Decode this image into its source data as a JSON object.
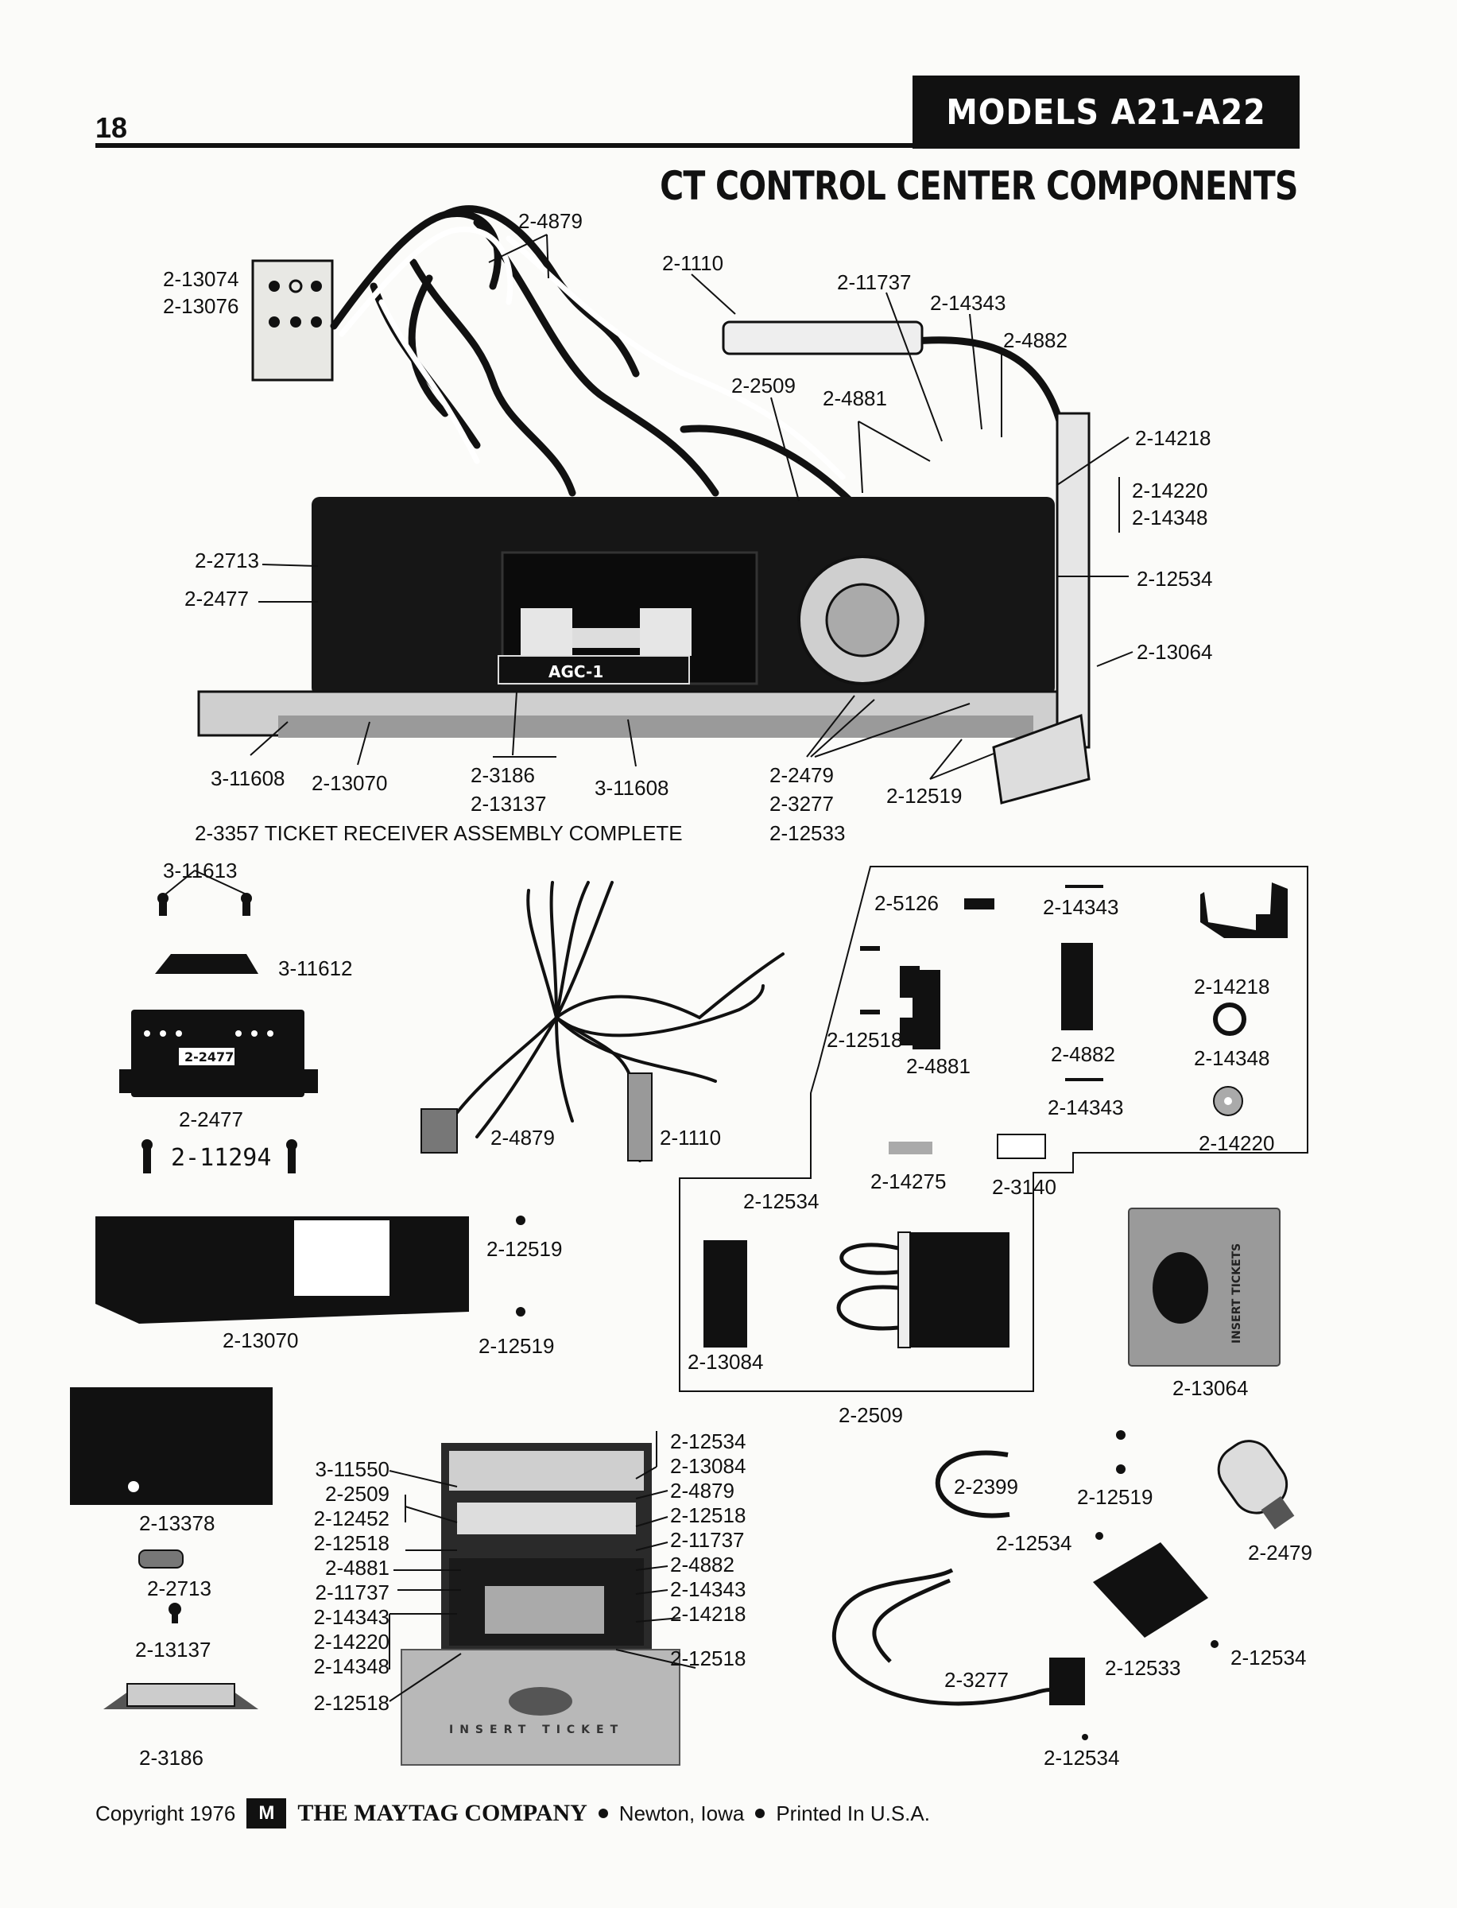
{
  "header": {
    "page_number": "18",
    "models": "MODELS  A21-A22",
    "title": "CT CONTROL CENTER COMPONENTS"
  },
  "assembly": {
    "caption": "2-3357 TICKET RECEIVER ASSEMBLY COMPLETE",
    "labels": {
      "l_4879": "2-4879",
      "l_13074": "2-13074",
      "l_13076": "2-13076",
      "l_1110": "2-1110",
      "l_11737": "2-11737",
      "l_14343": "2-14343",
      "l_4882": "2-4882",
      "l_2509": "2-2509",
      "l_4881": "2-4881",
      "l_14218": "2-14218",
      "l_14220": "2-14220",
      "l_14348": "2-14348",
      "l_2713": "2-2713",
      "l_2477": "2-2477",
      "l_12534": "2-12534",
      "l_13064": "2-13064",
      "l_3_11608a": "3-11608",
      "l_13070": "2-13070",
      "l_3186": "2-3186",
      "l_13137": "2-13137",
      "l_3_11608b": "3-11608",
      "l_2479": "2-2479",
      "l_3277": "2-3277",
      "l_12533": "2-12533",
      "l_12519": "2-12519",
      "agc_label": "AGC-1"
    }
  },
  "exploded": {
    "left": {
      "l_3_11613": "3-11613",
      "l_3_11612": "3-11612",
      "l_2477": "2-2477",
      "part_2477_mark": "2-2477",
      "l_11294": "2-11294",
      "l_13070": "2-13070",
      "l_12519a": "2-12519",
      "l_12519b": "2-12519",
      "l_13378": "2-13378",
      "l_2713": "2-2713",
      "l_13137": "2-13137",
      "l_3186": "2-3186"
    },
    "harness": {
      "l_4879": "2-4879",
      "l_1110": "2-1110"
    },
    "board_panel": {
      "l_5126": "2-5126",
      "l_14343a": "2-14343",
      "l_12518": "2-12518",
      "l_4881": "2-4881",
      "l_4882": "2-4882",
      "l_14343b": "2-14343",
      "l_14218": "2-14218",
      "l_14348": "2-14348",
      "l_14220": "2-14220",
      "l_14275": "2-14275",
      "l_3140": "2-3140",
      "l_12534": "2-12534",
      "l_13084": "2-13084",
      "l_2509": "2-2509"
    },
    "right": {
      "l_13064": "2-13064",
      "insert_tickets_text": "INSERT TICKETS",
      "l_2399": "2-2399",
      "l_12519": "2-12519",
      "l_12534a": "2-12534",
      "l_2479": "2-2479",
      "l_3277": "2-3277",
      "l_12533": "2-12533",
      "l_12534b": "2-12534",
      "l_12534c": "2-12534"
    },
    "bottom_assembly": {
      "left_labels": [
        "3-11550",
        "2-2509",
        "2-12452",
        "2-12518",
        "2-4881",
        "2-11737",
        "2-14343",
        "2-14220",
        "2-14348",
        "2-12518"
      ],
      "right_labels": [
        "2-12534",
        "2-13084",
        "2-4879",
        "2-12518",
        "2-11737",
        "2-4882",
        "2-14343",
        "2-14218",
        "2-12518"
      ],
      "front_text": "INSERT TICKET"
    }
  },
  "footer": {
    "copyright": "Copyright 1976",
    "logo": "M",
    "company": "THE MAYTAG COMPANY",
    "location": "Newton, Iowa",
    "printed": "Printed In U.S.A."
  }
}
